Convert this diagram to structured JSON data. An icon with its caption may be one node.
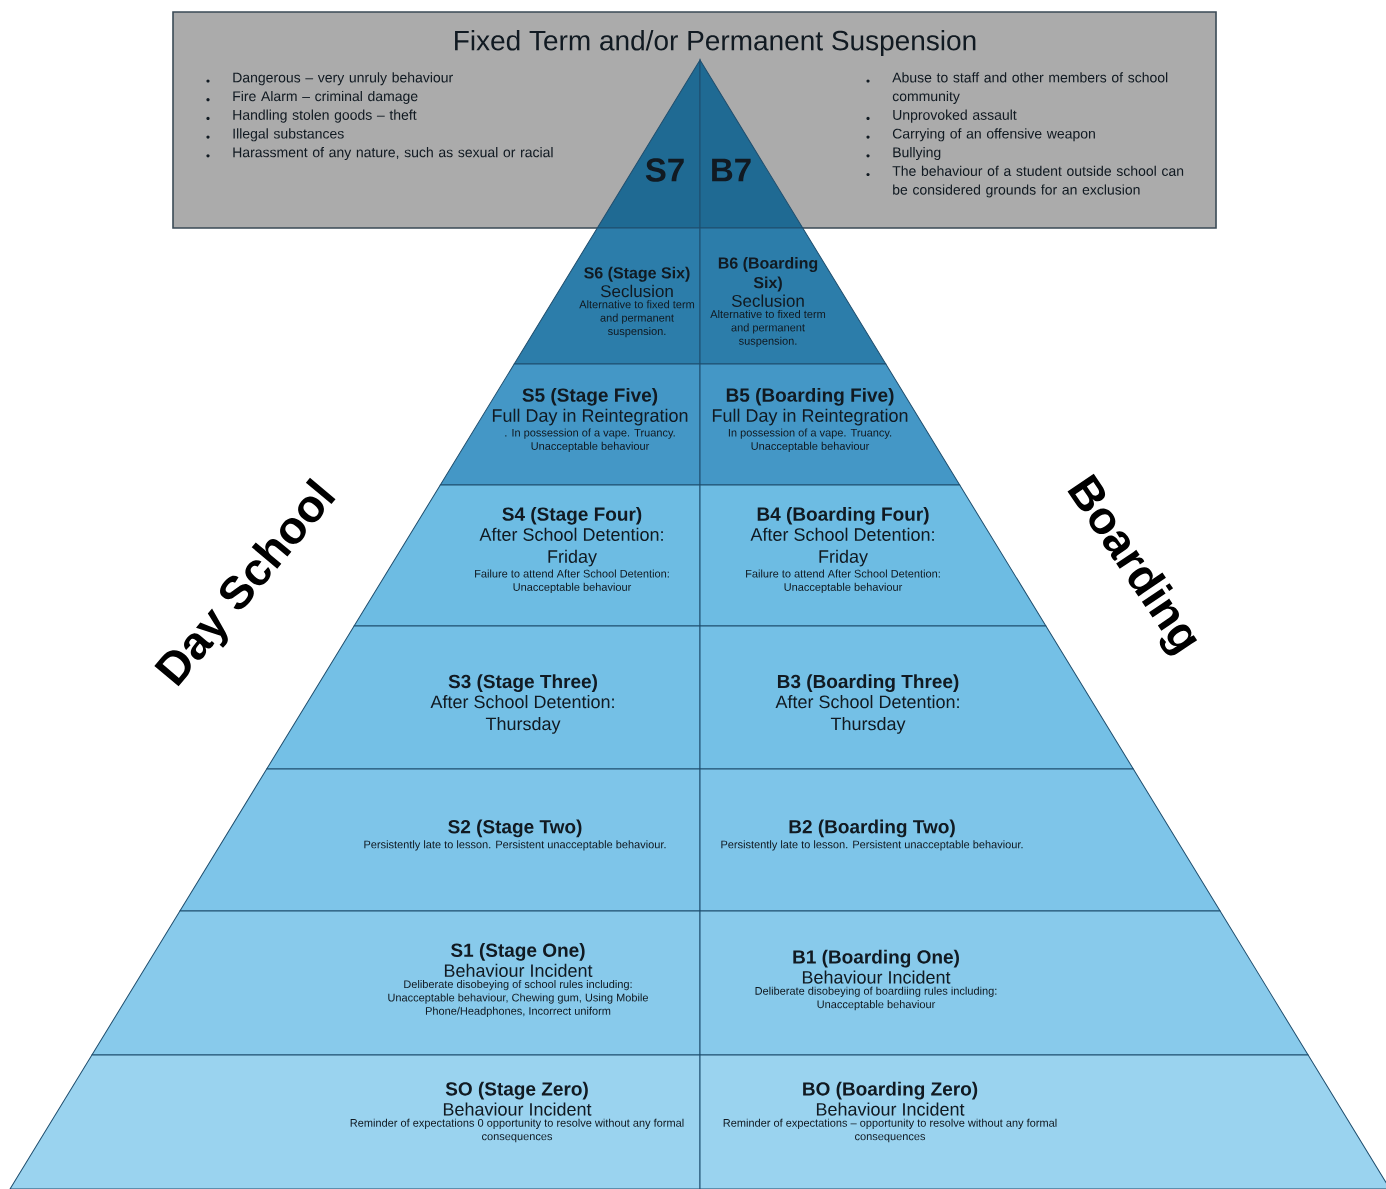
{
  "diagram": {
    "nodes": [
      {
        "text": [
          "Fixed Term and/or Permanent Suspension",
          "Dangerous – very unruly behaviour",
          "Fire Alarm – criminal damage",
          "Handling stolen goods – theft",
          "Illegal substances",
          "Harassment of any nature, such as sexual or racial",
          "Abuse to staff and other members of school community",
          "Unprovoked assault",
          "Carrying of an offensive weapon",
          "Bullying",
          "The behaviour of a student outside school can be considered grounds for an exclusion"
        ]
      },
      {
        "text": [
          "S7"
        ],
        "in": 0
      },
      {
        "text": [
          "B7"
        ],
        "in": 0
      },
      {
        "text": [
          "S6 (Stage Six)",
          "Seclusion",
          "Alternative to fixed term and permanent suspension."
        ]
      },
      {
        "text": [
          "B6 (Boarding Six)",
          "Seclusion",
          "Alternative to fixed term and permanent suspension."
        ]
      },
      {
        "text": [
          "S5 (Stage Five)",
          "Full Day in Reintegration",
          ". In possession of a vape. Truancy. Unacceptable behaviour"
        ]
      },
      {
        "text": [
          "B5 (Boarding Five)",
          "Full Day in Reintegration",
          "In possession of a vape. Truancy. Unacceptable behaviour"
        ]
      },
      {
        "text": [
          "S4 (Stage Four)",
          "After School Detention: Friday",
          "Failure to attend After School Detention: Unacceptable behaviour"
        ]
      },
      {
        "text": [
          "B4 (Boarding Four)",
          "After School Detention: Friday",
          "Failure to attend After School Detention: Unacceptable behaviour"
        ]
      },
      {
        "text": [
          "S3 (Stage Three)",
          "After School Detention: Thursday"
        ]
      },
      {
        "text": [
          "B3 (Boarding Three)",
          "After School Detention: Thursday"
        ]
      },
      {
        "text": [
          "S2 (Stage Two)",
          "Persistently late to lesson. Persistent unacceptable behaviour."
        ]
      },
      {
        "text": [
          "B2 (Boarding Two)",
          "Persistently late to lesson. Persistent unacceptable behaviour."
        ]
      },
      {
        "text": [
          "S1 (Stage One)",
          "Behaviour Incident",
          "Deliberate disobeying of school rules including: Unacceptable behaviour, Chewing gum, Using Mobile Phone/Headphones, Incorrect uniform"
        ]
      },
      {
        "text": [
          "B1 (Boarding One)",
          "Behaviour Incident",
          "Deliberate disobeying of boardiing rules including: Unacceptable behaviour"
        ]
      },
      {
        "text": [
          "SO (Stage Zero)",
          "Behaviour Incident",
          "Reminder of expectations 0 opportunity to resolve without any formal consequences"
        ]
      },
      {
        "text": [
          "BO (Boarding Zero)",
          "Behaviour Incident",
          "Reminder of expectations – opportunity to resolve without any formal consequences"
        ]
      }
    ],
    "labels": [
      "Day School",
      "Boarding"
    ]
  }
}
